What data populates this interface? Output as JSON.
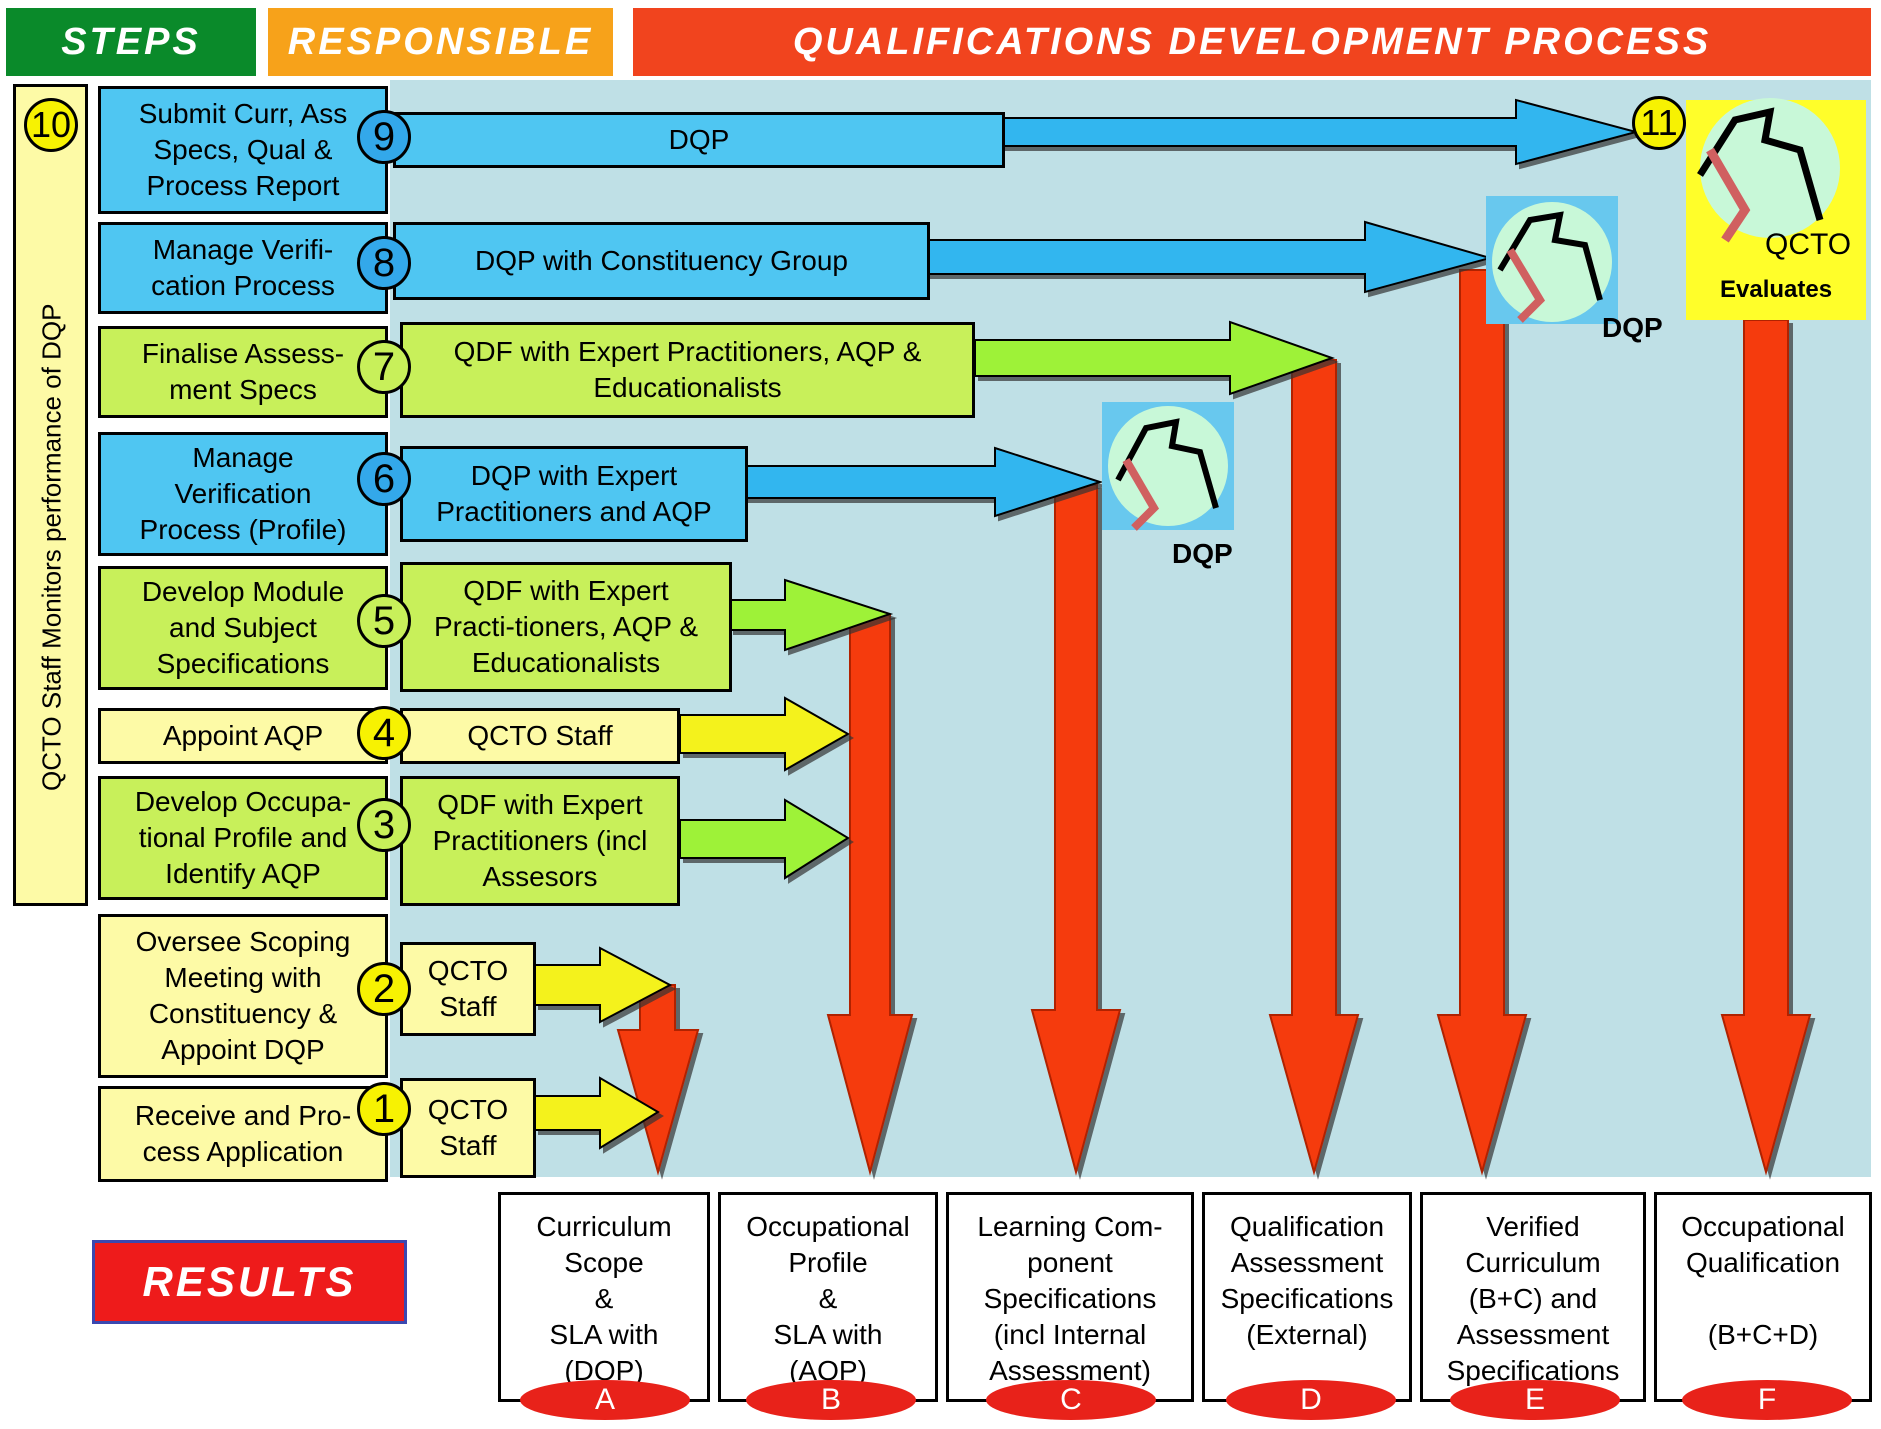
{
  "headers": {
    "steps": "STEPS",
    "responsible": "RESPONSIBLE",
    "process": "QUALIFICATIONS DEVELOPMENT PROCESS"
  },
  "side_step": {
    "number": "10",
    "label": "QCTO Staff Monitors performance of DQP"
  },
  "steps": [
    {
      "number": "9",
      "label": "Submit Curr, Ass\nSpecs, Qual &\nProcess Report",
      "responsible": "DQP"
    },
    {
      "number": "8",
      "label": "Manage Verifi-\ncation Process",
      "responsible": "DQP with Constituency Group"
    },
    {
      "number": "7",
      "label": "Finalise Assess-\nment Specs",
      "responsible": "QDF with Expert Practitioners, AQP &\nEducationalists"
    },
    {
      "number": "6",
      "label": "Manage\nVerification\nProcess (Profile)",
      "responsible": "DQP with Expert\nPractitioners and AQP"
    },
    {
      "number": "5",
      "label": "Develop Module\nand Subject\nSpecifications",
      "responsible": "QDF with  Expert\nPracti-tioners, AQP &\nEducationalists"
    },
    {
      "number": "4",
      "label": "Appoint AQP",
      "responsible": "QCTO Staff"
    },
    {
      "number": "3",
      "label": "Develop  Occupa-\ntional Profile and\nIdentify AQP",
      "responsible": "QDF with Expert\nPractitioners (incl\nAssesors"
    },
    {
      "number": "2",
      "label": "Oversee Scoping\nMeeting with\nConstituency  &\nAppoint DQP",
      "responsible": "QCTO\nStaff"
    },
    {
      "number": "1",
      "label": "Receive and Pro-\ncess Application",
      "responsible": "QCTO\nStaff"
    }
  ],
  "step11": {
    "number": "11",
    "actor": "QCTO",
    "action": "Evaluates"
  },
  "dqp_labels": [
    "DQP",
    "DQP"
  ],
  "results_label": "RESULTS",
  "results": [
    {
      "letter": "A",
      "text": "Curriculum\nScope\n&\nSLA  with\n(DQP)"
    },
    {
      "letter": "B",
      "text": "Occupational\nProfile\n&\nSLA  with\n(AQP)"
    },
    {
      "letter": "C",
      "text": "Learning Com-\nponent\nSpecifications\n(incl  Internal\nAssessment)"
    },
    {
      "letter": "D",
      "text": "Qualification\nAssessment\nSpecifications\n(External)"
    },
    {
      "letter": "E",
      "text": "Verified\nCurriculum\n(B+C) and\nAssessment\nSpecifications"
    },
    {
      "letter": "F",
      "text": "Occupational\nQualification\n\n(B+C+D)"
    }
  ],
  "colors": {
    "red": "#f53a10",
    "blue": "#4fc6f2",
    "green": "#c8f05a",
    "yellow": "#fdfaa6",
    "panel": "#bfe0e6"
  }
}
